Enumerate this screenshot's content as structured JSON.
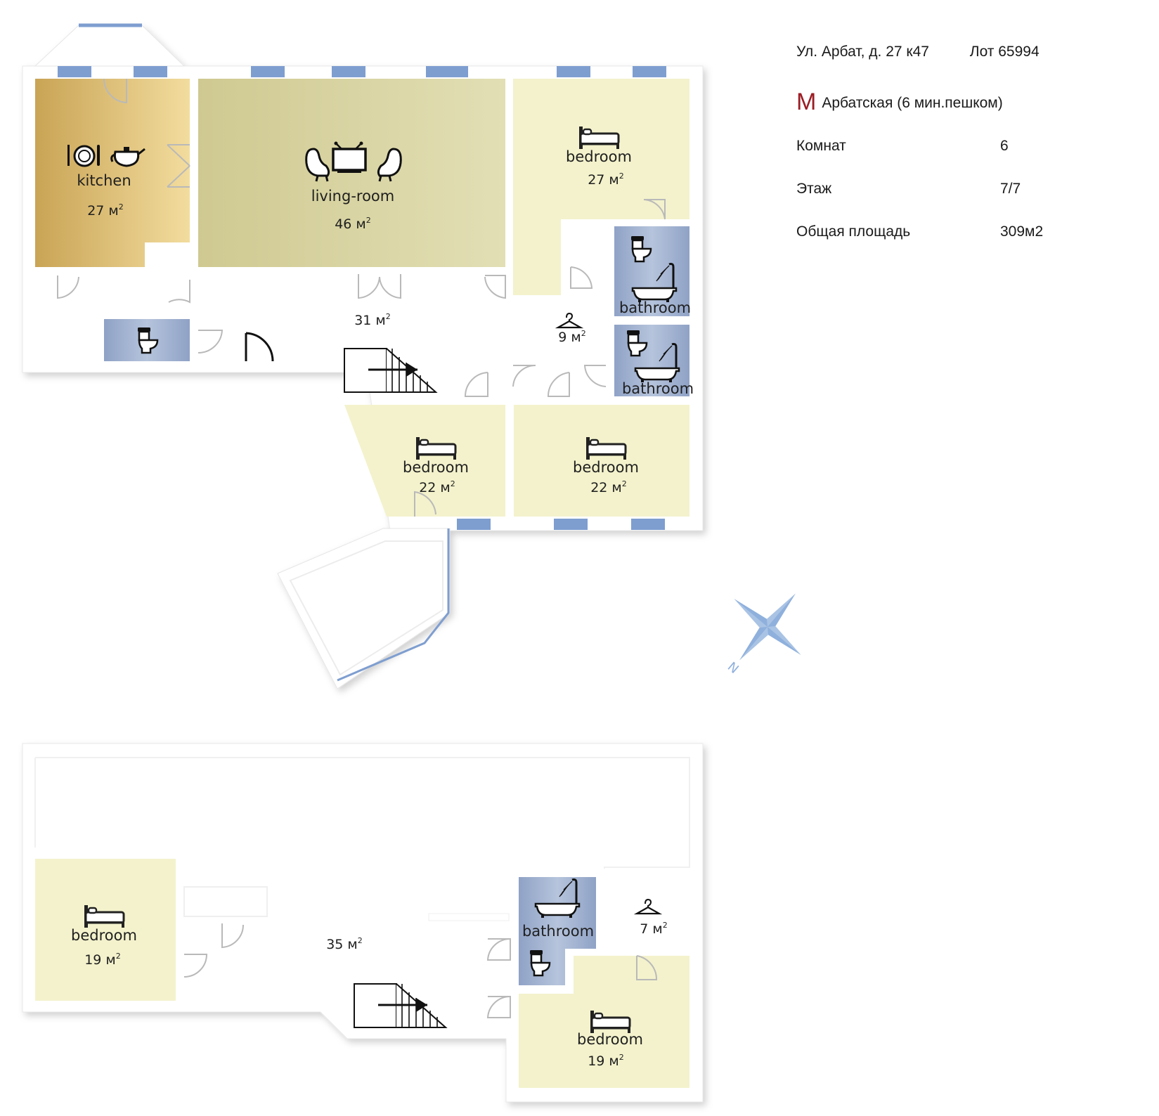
{
  "info": {
    "address": "Ул.  Арбат, д. 27 к47",
    "lot": "Лот 65994",
    "metro_letter": "М",
    "metro": "Арбатская (6 мин.пешком)",
    "rooms_label": "Комнат",
    "rooms_value": "6",
    "floor_label": "Этаж",
    "floor_value": "7/7",
    "area_label": "Общая площадь",
    "area_value": "309м2"
  },
  "upper_floor": {
    "kitchen": {
      "name": "kitchen",
      "area": "27 м"
    },
    "living_room": {
      "name": "living-room",
      "area": "46 м"
    },
    "bedroom_ne": {
      "name": "bedroom",
      "area": "27 м"
    },
    "bathroom_1": {
      "name": "bathroom"
    },
    "bathroom_2": {
      "name": "bathroom"
    },
    "closet": {
      "area": "9 м"
    },
    "hall": {
      "area": "31 м"
    },
    "bedroom_s1": {
      "name": "bedroom",
      "area": "22 м"
    },
    "bedroom_s2": {
      "name": "bedroom",
      "area": "22 м"
    }
  },
  "lower_floor": {
    "bedroom_w": {
      "name": "bedroom",
      "area": "19 м"
    },
    "hall": {
      "area": "35 м"
    },
    "bathroom": {
      "name": "bathroom"
    },
    "closet": {
      "area": "7  м"
    },
    "bedroom_se": {
      "name": "bedroom",
      "area": "19 м"
    }
  },
  "area_superscript": "2",
  "compass": {
    "letter": "N"
  },
  "colors": {
    "kitchen": "#e3c47d",
    "living_room": "#dbd7a5",
    "bedroom": "#f3f2cc",
    "bathroom": "#9eb0d0",
    "window": "#7e9ed0",
    "wall": "#ffffff",
    "metro": "#9b1c24"
  }
}
